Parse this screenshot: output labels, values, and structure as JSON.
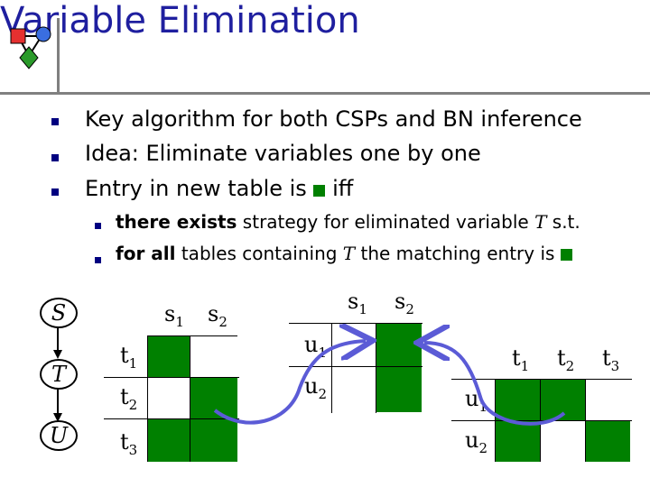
{
  "title": "Variable Elimination",
  "bullets": [
    "Key algorithm for both CSPs and BN inference",
    "Idea: Eliminate variables one by one"
  ],
  "bullet3": {
    "before": "Entry in new table is",
    "after": "iff"
  },
  "sub1": {
    "bold": "there exists",
    "rest": " strategy for eliminated variable ",
    "var": "T",
    "end": " s.t."
  },
  "sub2": {
    "bold": "for all",
    "rest": " tables containing ",
    "var": "T",
    "end": " the matching entry is"
  },
  "nodes": [
    "S",
    "T",
    "U"
  ],
  "table1": {
    "cols": [
      "s",
      "s"
    ],
    "col_subs": [
      "1",
      "2"
    ],
    "rows": [
      "t",
      "t",
      "t"
    ],
    "row_subs": [
      "1",
      "2",
      "3"
    ]
  },
  "table2": {
    "cols": [
      "s",
      "s"
    ],
    "col_subs": [
      "1",
      "2"
    ],
    "rows": [
      "u",
      "u"
    ],
    "row_subs": [
      "1",
      "2"
    ]
  },
  "table3": {
    "cols": [
      "t",
      "t",
      "t"
    ],
    "col_subs": [
      "1",
      "2",
      "3"
    ],
    "rows": [
      "u",
      "u"
    ],
    "row_subs": [
      "1",
      "2"
    ]
  },
  "colors": {
    "title": "#1f1f9f",
    "bullet": "#000080",
    "cell": "#008000",
    "arrow": "#5b5bd6"
  }
}
